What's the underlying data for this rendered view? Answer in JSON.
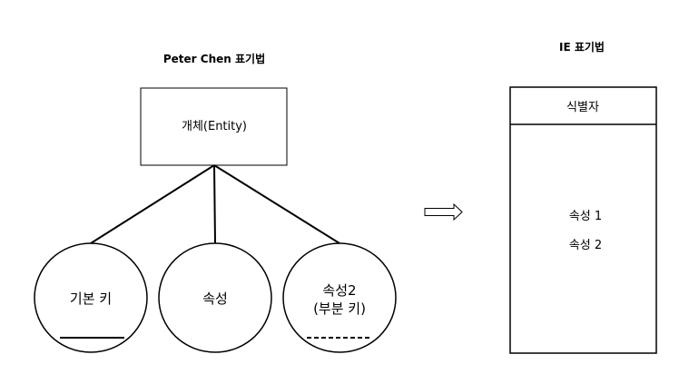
{
  "colors": {
    "line": "#000000",
    "background": "#ffffff"
  },
  "chen": {
    "title": "Peter Chen 표기법",
    "entity_label": "개체(Entity)",
    "attributes": [
      {
        "line1": "기본 키",
        "line2": "",
        "underline": "solid"
      },
      {
        "line1": "속성",
        "line2": "",
        "underline": "none"
      },
      {
        "line1": "속성2",
        "line2": "(부분 키)",
        "underline": "dashed"
      }
    ]
  },
  "arrow": {
    "icon": "hollow-right-arrow-icon"
  },
  "ie": {
    "title": "IE 표기법",
    "identifier_label": "식별자",
    "attributes": [
      "속성 1",
      "속성 2"
    ]
  }
}
